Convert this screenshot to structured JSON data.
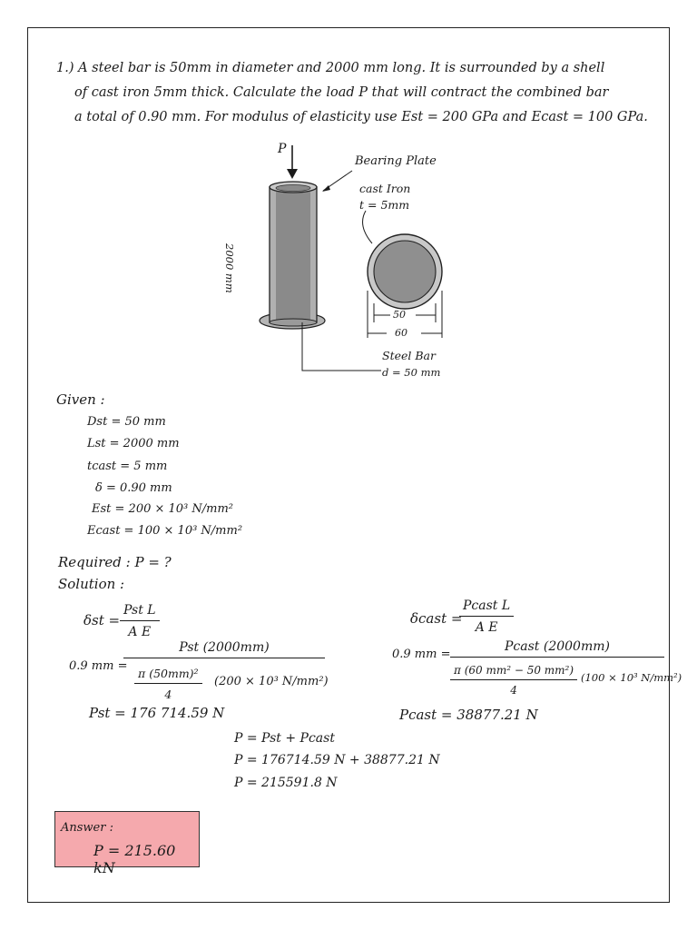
{
  "problem": {
    "line1": "1.) A steel bar is 50mm in diameter and 2000 mm long. It is surrounded by a shell",
    "line2": "of cast iron 5mm thick. Calculate the load P that will contract the combined bar",
    "line3": "a total of 0.90 mm. For modulus of elasticity use  Est = 200 GPa and  Ecast = 100 GPa."
  },
  "figure": {
    "load_label": "P",
    "bearing_plate": "Bearing Plate",
    "cast_iron": "cast Iron",
    "thickness": "t = 5mm",
    "length": "2000 mm",
    "dim_inner": "50",
    "dim_outer": "60",
    "steel_bar": "Steel Bar",
    "steel_dia": "d = 50 mm"
  },
  "given": {
    "heading": "Given :",
    "lines": [
      "Dst = 50 mm",
      "Lst = 2000 mm",
      "tcast = 5 mm",
      "δ = 0.90 mm",
      "Est = 200 × 10³ N/mm²",
      "Ecast = 100 × 10³ N/mm²"
    ]
  },
  "required": "Required :  P = ?",
  "solution": {
    "heading": "Solution :",
    "left": {
      "delta_lhs": "δst =",
      "delta_num": "Pst L",
      "delta_den": "A E",
      "eq_lhs": "0.9 mm =",
      "eq_num": "Pst (2000mm)",
      "eq_den_area_num": "π (50mm)²",
      "eq_den_area_den": "4",
      "eq_den_e": "(200 × 10³ N/mm²)",
      "result": "Pst = 176 714.59  N"
    },
    "right": {
      "delta_lhs": "δcast =",
      "delta_num": "Pcast  L",
      "delta_den": "A E",
      "eq_lhs": "0.9 mm =",
      "eq_num": "Pcast (2000mm)",
      "eq_den_area_num": "π (60 mm² − 50 mm²)",
      "eq_den_area_den": "4",
      "eq_den_e": "(100 × 10³ N/mm²)",
      "result": "Pcast = 38877.21  N"
    },
    "sum": [
      "P = Pst + Pcast",
      "P = 176714.59 N + 38877.21 N",
      "P = 215591.8 N"
    ]
  },
  "answer": {
    "label": "Answer :",
    "value": "P = 215.60 kN"
  },
  "colors": {
    "answer_fill": "#f5a9ad",
    "bar_fill": "#8a8a8a",
    "ring_fill": "#c8c8c8"
  }
}
